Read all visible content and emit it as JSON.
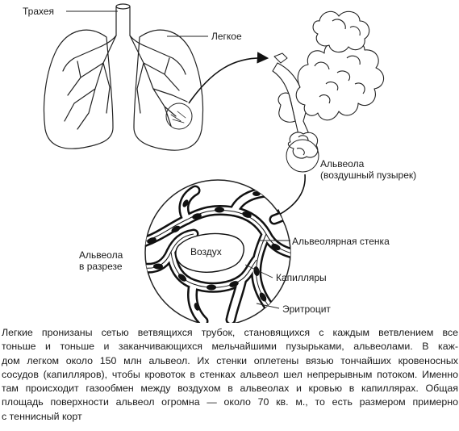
{
  "labels": {
    "trachea": "Трахея",
    "lung": "Легкое",
    "alveolus": [
      "Альвеола",
      "(воздушный пузырек)"
    ],
    "alveolus_section": [
      "Альвеола",
      "в разрезе"
    ],
    "air": "Воздух",
    "alveolar_wall": "Альвеолярная стенка",
    "capillaries": "Капилляры",
    "erythrocyte": "Эритроцит"
  },
  "caption": [
    "Легкие пронизаны сетью ветвящихся трубок, становящихся с каждым ветвлением все",
    "тоньше и тоньше и заканчивающихся мельчайшими пузырьками, альвеолами. В каж-",
    "дом легком около 150 млн альвеол. Их стенки оплетены вязью тончайших кровеносных",
    "сосудов (капилляров), чтобы кровоток в стенках альвеол шел непрерывным потоком. Именно",
    "там происходит газообмен между воздухом в альвеолах и кровью в капиллярах. Общая",
    "площадь поверхности альвеол огромна — около 70 кв. м., то есть размером примерно",
    "с теннисный корт"
  ]
}
